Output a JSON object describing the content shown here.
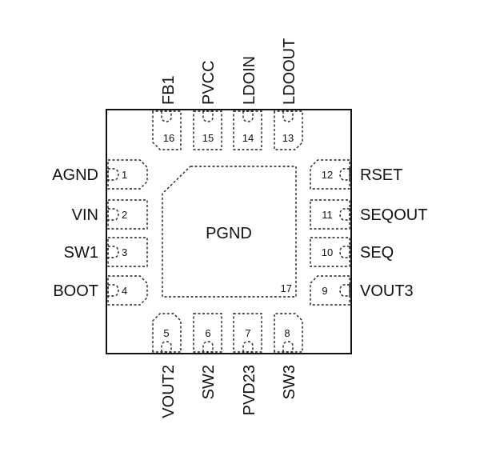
{
  "package": {
    "exposed_pad": {
      "label": "PGND",
      "number": "17"
    }
  },
  "pins": [
    {
      "number": "1",
      "name": "AGND"
    },
    {
      "number": "2",
      "name": "VIN"
    },
    {
      "number": "3",
      "name": "SW1"
    },
    {
      "number": "4",
      "name": "BOOT"
    },
    {
      "number": "5",
      "name": "VOUT2"
    },
    {
      "number": "6",
      "name": "SW2"
    },
    {
      "number": "7",
      "name": "PVD23"
    },
    {
      "number": "8",
      "name": "SW3"
    },
    {
      "number": "9",
      "name": "VOUT3"
    },
    {
      "number": "10",
      "name": "SEQ"
    },
    {
      "number": "11",
      "name": "SEQOUT"
    },
    {
      "number": "12",
      "name": "RSET"
    },
    {
      "number": "13",
      "name": "LDOOUT"
    },
    {
      "number": "14",
      "name": "LDOIN"
    },
    {
      "number": "15",
      "name": "PVCC"
    },
    {
      "number": "16",
      "name": "FB1"
    }
  ]
}
